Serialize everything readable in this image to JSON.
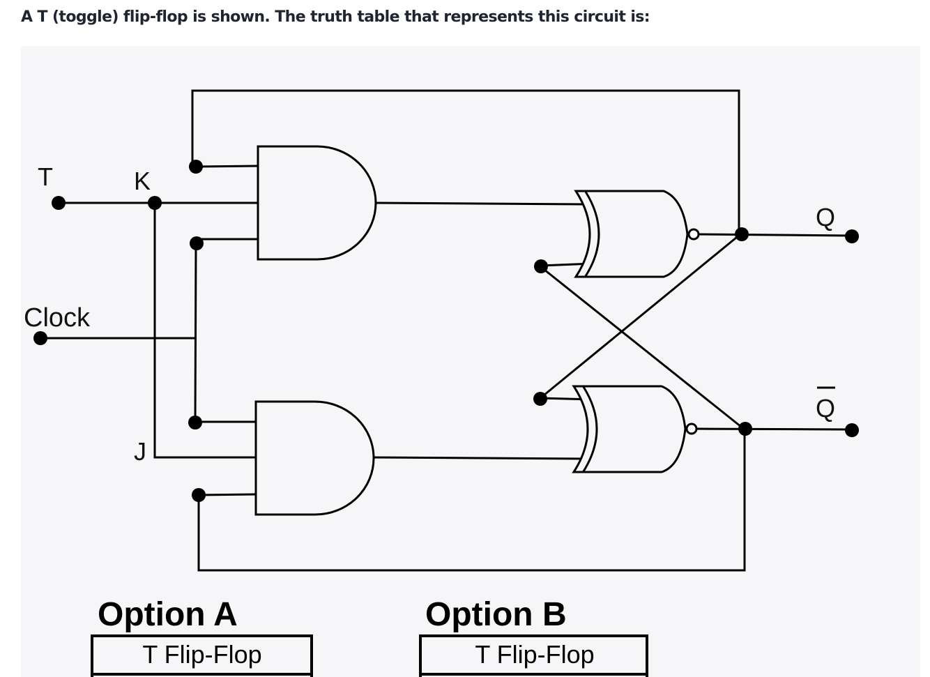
{
  "question": {
    "text": "A T (toggle) flip-flop is shown. The truth table that represents this circuit is:"
  },
  "circuit": {
    "labels": {
      "t": "T",
      "k": "K",
      "clock": "Clock",
      "j": "J",
      "q": "Q",
      "q_bar": "Q"
    },
    "gates": [
      "and-gate",
      "and-gate",
      "nor-gate",
      "nor-gate"
    ]
  },
  "options": [
    {
      "title": "Option A",
      "table_header": "T Flip-Flop"
    },
    {
      "title": "Option B",
      "table_header": "T Flip-Flop"
    }
  ],
  "colors": {
    "page_bg": "#ffffff",
    "figure_bg": "#f6f6f8",
    "ink": "#000000",
    "question_text": "#1f2430"
  }
}
